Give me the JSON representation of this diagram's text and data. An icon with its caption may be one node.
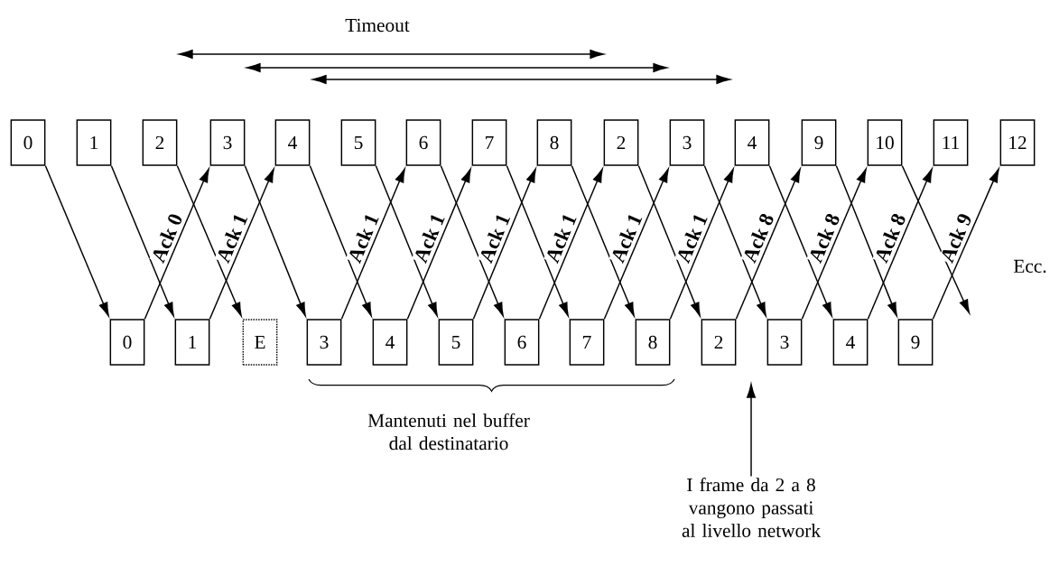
{
  "diagram": {
    "nodes": [
      {
        "text": [
          "0"
        ]
      },
      {
        "text": [
          "1"
        ]
      },
      {
        "text": [
          "2"
        ]
      },
      {
        "text": [
          "3"
        ]
      },
      {
        "text": [
          "4"
        ]
      },
      {
        "text": [
          "5"
        ]
      },
      {
        "text": [
          "6"
        ]
      },
      {
        "text": [
          "7"
        ]
      },
      {
        "text": [
          "8"
        ]
      },
      {
        "text": [
          "2"
        ]
      },
      {
        "text": [
          "3"
        ]
      },
      {
        "text": [
          "4"
        ]
      },
      {
        "text": [
          "9"
        ]
      },
      {
        "text": [
          "10"
        ]
      },
      {
        "text": [
          "11"
        ]
      },
      {
        "text": [
          "12"
        ]
      },
      {
        "text": [
          "0"
        ]
      },
      {
        "text": [
          "1"
        ]
      },
      {
        "text": [
          "E"
        ]
      },
      {
        "text": [
          "3"
        ]
      },
      {
        "text": [
          "4"
        ]
      },
      {
        "text": [
          "5"
        ]
      },
      {
        "text": [
          "6"
        ]
      },
      {
        "text": [
          "7"
        ]
      },
      {
        "text": [
          "8"
        ]
      },
      {
        "text": [
          "2"
        ]
      },
      {
        "text": [
          "3"
        ]
      },
      {
        "text": [
          "4"
        ]
      },
      {
        "text": [
          "9"
        ]
      },
      {
        "text": [
          "I frame da 2 a 8 vangono passati al livello network"
        ]
      }
    ],
    "edges": [
      {
        "from": 0,
        "to": 16,
        "arrow": "to"
      },
      {
        "from": 1,
        "to": 17,
        "arrow": "to"
      },
      {
        "from": 2,
        "to": 18,
        "arrow": "to"
      },
      {
        "from": 3,
        "to": 19,
        "arrow": "to"
      },
      {
        "from": 4,
        "to": 20,
        "arrow": "to"
      },
      {
        "from": 5,
        "to": 21,
        "arrow": "to"
      },
      {
        "from": 6,
        "to": 22,
        "arrow": "to"
      },
      {
        "from": 7,
        "to": 23,
        "arrow": "to"
      },
      {
        "from": 8,
        "to": 24,
        "arrow": "to"
      },
      {
        "from": 9,
        "to": 25,
        "arrow": "to"
      },
      {
        "from": 10,
        "to": 26,
        "arrow": "to"
      },
      {
        "from": 11,
        "to": 27,
        "arrow": "to"
      },
      {
        "from": 12,
        "to": 28,
        "arrow": "to"
      },
      {
        "from": 13,
        "to": null,
        "arrow": "to"
      },
      {
        "from": 16,
        "to": 3,
        "arrow": "to",
        "label": "Ack 0"
      },
      {
        "from": 17,
        "to": 4,
        "arrow": "to",
        "label": "Ack 1"
      },
      {
        "from": 19,
        "to": 6,
        "arrow": "to",
        "label": "Ack 1"
      },
      {
        "from": 20,
        "to": 7,
        "arrow": "to",
        "label": "Ack 1"
      },
      {
        "from": 21,
        "to": 8,
        "arrow": "to",
        "label": "Ack 1"
      },
      {
        "from": 22,
        "to": 9,
        "arrow": "to",
        "label": "Ack 1"
      },
      {
        "from": 23,
        "to": 10,
        "arrow": "to",
        "label": "Ack 1"
      },
      {
        "from": 24,
        "to": 11,
        "arrow": "to",
        "label": "Ack 1"
      },
      {
        "from": 25,
        "to": 12,
        "arrow": "to",
        "label": "Ack 8"
      },
      {
        "from": 26,
        "to": 13,
        "arrow": "to",
        "label": "Ack 8"
      },
      {
        "from": 27,
        "to": 14,
        "arrow": "to",
        "label": "Ack 8"
      },
      {
        "from": 28,
        "to": 15,
        "arrow": "to",
        "label": "Ack 9"
      },
      {
        "from": 29,
        "to": null,
        "arrow": "to"
      }
    ],
    "labels": [
      "Timeout",
      "Ecc.",
      "Mantenuti nel buffer dal destinatario"
    ]
  }
}
